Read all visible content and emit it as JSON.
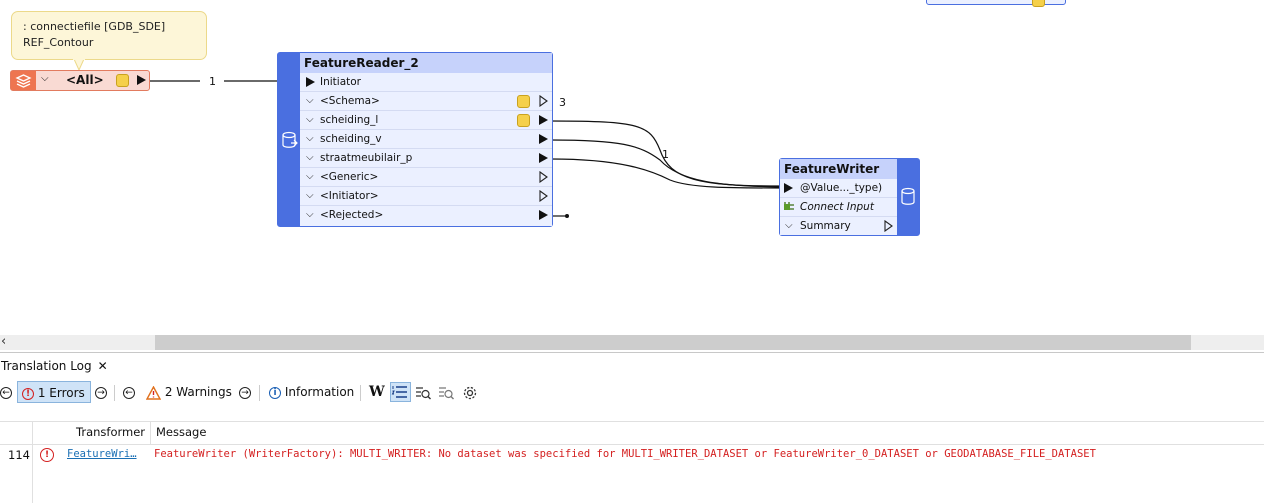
{
  "annotation": {
    "line1": ": connectiefile [GDB_SDE]",
    "line2": "REF_Contour"
  },
  "reader_port": {
    "label": "<All>",
    "count": "1"
  },
  "feature_reader": {
    "title": "FeatureReader_2",
    "initiator": "Initiator",
    "ports": [
      {
        "label": "<Schema>",
        "badge": true,
        "connected": false
      },
      {
        "label": "scheiding_l",
        "badge": true,
        "connected": true
      },
      {
        "label": "scheiding_v",
        "badge": false,
        "connected": true
      },
      {
        "label": "straatmeubilair_p",
        "badge": false,
        "connected": true
      },
      {
        "label": "<Generic>",
        "badge": false,
        "connected": false
      },
      {
        "label": "<Initiator>",
        "badge": false,
        "connected": false
      },
      {
        "label": "<Rejected>",
        "badge": false,
        "connected": true
      }
    ],
    "schema_count": "3",
    "merge_count": "1"
  },
  "feature_writer": {
    "title": "FeatureWriter",
    "input_label": "@Value..._type)",
    "connect_label": "Connect Input",
    "summary_label": "Summary"
  },
  "log": {
    "tab_label": "Translation Log",
    "tab_close": "✕",
    "errors_label": "1 Errors",
    "warnings_label": "2 Warnings",
    "info_label": "Information",
    "col_transformer": "Transformer",
    "col_message": "Message",
    "row": {
      "line": "114",
      "transformer": "FeatureWri…",
      "message": "FeatureWriter (WriterFactory): MULTI_WRITER: No dataset was specified for MULTI_WRITER_DATASET or FeatureWriter_0_DATASET or GEODATABASE_FILE_DATASET"
    }
  },
  "colors": {
    "transformer_blue": "#4a6fe0",
    "reader_orange": "#ee7550",
    "error_red": "#d42020",
    "warning_orange": "#e0701c"
  }
}
